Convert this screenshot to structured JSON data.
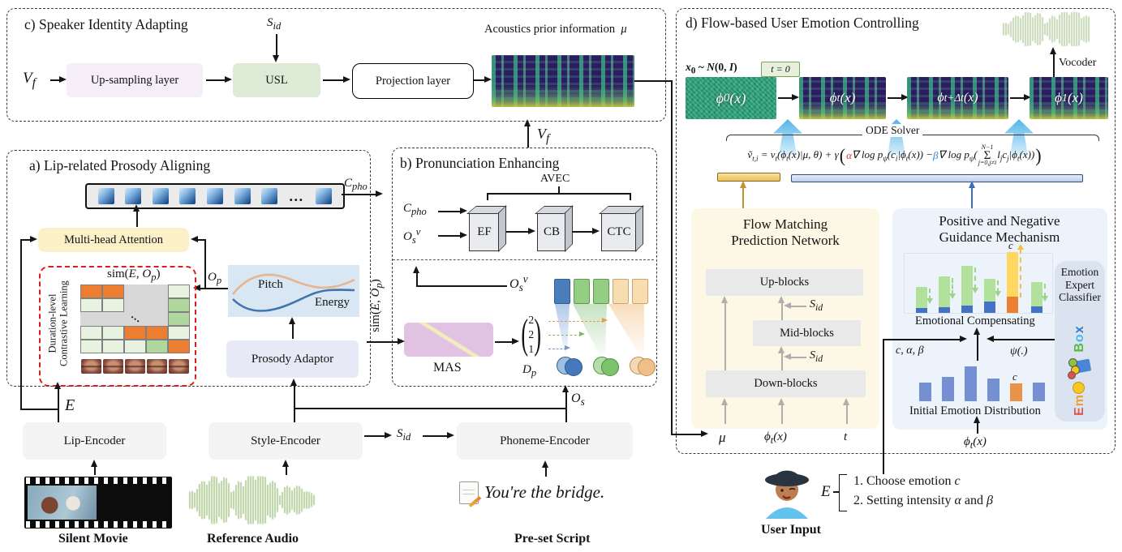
{
  "colors": {
    "accent_red": "#e0392f",
    "accent_blue": "#3a7fd5",
    "gold_arrow": "#c49232",
    "blue_arrow": "#3a6fc0",
    "comp_bar_blue": "#4472c4",
    "comp_bar_green": "#b2e19c",
    "comp_bar_yellow": "#ffd75e",
    "comp_bar_orange": "#ed7d31",
    "init_bar_blue": "#7590d2",
    "init_bar_orange": "#e8924a",
    "grid_orange": "#ed7d31",
    "grid_light_green": "#e7f2e1",
    "grid_green": "#b0d79d",
    "usl_green": "#ddead5",
    "upsampling_purple": "#f5eef9",
    "mha_yellow": "#fcf0c8",
    "pitch_blue": "#d8e7f3",
    "prosody_blue": "#e7eaf6",
    "mas_purple": "#e2c2e2",
    "fm_cream": "#fdf7e5",
    "guidance_blue": "#edf3fa",
    "expert_blue": "#dbe3f1"
  },
  "panel_c": {
    "title": "c) Speaker Identity Adapting",
    "vf_in": "<i>V<sub>f</sub></i>",
    "sid": "<i>S<sub>id</sub></i>",
    "upsampling": "Up-sampling layer",
    "usl": "USL",
    "projection": "Projection layer",
    "acoustics": "Acoustics prior information&nbsp; <i>μ</i>",
    "vf_out": "<i>V<sub>f</sub></i>"
  },
  "panel_a": {
    "title": "a) Lip-related Prosody Aligning",
    "cpho": "<i>C<sub>pho</sub></i>",
    "mha": "Multi-head Attention",
    "sim": "sim(<i>E</i>, <i>O<sub>p</sub></i>)",
    "dcl_line1": "Duration-level",
    "dcl_line2": "Contrastive Learning",
    "op": "<i>O<sub>p</sub></i>",
    "pitch": "Pitch",
    "energy": "Energy",
    "prosody": "Prosody Adaptor",
    "eps": "<i>E</i>",
    "dots": "…",
    "token_cells": [
      "sq",
      "sq",
      "sq",
      "sq",
      "sq",
      "sq",
      "sq",
      "dots",
      "sq"
    ],
    "grid": [
      [
        "o",
        "o",
        "x",
        "x",
        "lg"
      ],
      [
        "lg",
        "lg",
        "x",
        "x",
        "g"
      ],
      [
        "x",
        "x",
        "d",
        "x",
        "g"
      ],
      [
        "lg",
        "lg",
        "o",
        "o",
        "lg"
      ],
      [
        "lg",
        "lg",
        "lg",
        "g",
        "o"
      ]
    ]
  },
  "panel_b": {
    "title": "b) Pronunciation Enhancing",
    "avec": "AVEC",
    "ef": "EF",
    "cb": "CB",
    "ctc": "CTC",
    "cpho": "<i>C<sub>pho</sub></i>",
    "osv": "<i>O<sub>s</sub><sup>v</sup></i>",
    "sim_rot": "sim(<i>E</i>, <i>O<sub>p</sub></i>)",
    "mas": "MAS",
    "dur_values": [
      "2",
      "2",
      "1"
    ],
    "dp": "<i>D<sub>p</sub></i>",
    "osv2": "<i>O<sub>s</sub><sup>v</sup></i>",
    "os": "<i>O<sub>s</sub></i>",
    "square_colors": [
      [
        "#4a7ebb",
        "#2f5d94"
      ],
      [
        "#93ce83",
        "#5d9a4b"
      ],
      [
        "#93ce83",
        "#5d9a4b"
      ],
      [
        "#f8ddb0",
        "#cfa368"
      ],
      [
        "#f8ddb0",
        "#cfa368"
      ]
    ],
    "circle_colors": [
      [
        "#4579bb",
        "#9dbfe2",
        "#2c5a8f"
      ],
      [
        "#7cc36c",
        "#b5dfa8",
        "#4e8c40"
      ],
      [
        "#eec089",
        "#f5d9b4",
        "#c08d4e"
      ]
    ]
  },
  "panel_d": {
    "title": "d) Flow-based User Emotion Controlling",
    "x0": "<i>x</i><sub>0</sub> ~ <i>N</i>(0, <i>I</i>)",
    "t0": "t = 0",
    "phis": [
      "ϕ<sub>0</sub>(x)",
      "ϕ<sub>t</sub>(x)",
      "ϕ<sub>t+Δt</sub>(x)",
      "ϕ<sub>1</sub>(x)"
    ],
    "vocoder": "Vocoder",
    "ode": "ODE Solver",
    "formula": {
      "pre": "ṽ<sub>t,i</sub> = v<sub>t</sub>(ϕ<sub>t</sub>(x)|μ, θ) + γ",
      "open_paren": "(",
      "alpha": "α",
      "seg1": "∇ log p<sub>ψ</sub>(c<sub>i</sub>|ϕ<sub>t</sub>(x)) − ",
      "beta": "β",
      "seg2": "∇ log p<sub>ψ</sub>(",
      "sum_sup": "N−1",
      "sum_sym": "Σ",
      "sum_sub": "j=0,j≠i",
      "seg3": "l<sub>j</sub>c<sub>j</sub>|ϕ<sub>t</sub>(x))",
      "close_paren": ")"
    },
    "fm": {
      "title": "Flow Matching<br>Prediction Network",
      "up": "Up-blocks",
      "mid": "Mid-blocks",
      "down": "Down-blocks",
      "sid": "<i>S<sub>id</sub></i>",
      "inputs": [
        "μ",
        "ϕ<sub>t</sub>(x)",
        "t"
      ]
    },
    "guidance": {
      "title": "Positive and Negative<br>Guidance Mechanism",
      "comp_label": "Emotional Compensating",
      "init_label": "Initial Emotion Distribution",
      "c": "c",
      "cab": "c, α, β",
      "psi": "ψ(.)",
      "phit": "ϕ<sub>t</sub>(x)",
      "chart_data": [
        {
          "type": "bar",
          "title": "Emotional Compensating",
          "series": [
            {
              "name": "initial",
              "values": [
                6,
                7,
                9,
                14,
                20,
                8
              ]
            },
            {
              "name": "compensation",
              "values": [
                26,
                38,
                49,
                28,
                55,
                30
              ]
            }
          ],
          "highlight_index": 4,
          "highlight_label": "c"
        },
        {
          "type": "bar",
          "title": "Initial Emotion Distribution",
          "values": [
            23,
            30,
            43,
            28,
            22,
            23
          ],
          "highlight_index": 4,
          "highlight_label": "c"
        }
      ]
    },
    "expert": {
      "label": "Emotion<br>Expert<br>Classifier",
      "logo_top": [
        "B",
        "o",
        "x"
      ],
      "logo_bottom": [
        "E",
        "m",
        "o"
      ]
    }
  },
  "bottom": {
    "lip_encoder": "Lip-Encoder",
    "silent_movie": "Silent Movie",
    "style_encoder": "Style-Encoder",
    "reference_audio": "Reference Audio",
    "sid": "<i>S<sub>id</sub></i>",
    "phoneme_encoder": "Phoneme-Encoder",
    "script_text": "You're the bridge.",
    "preset_script": "Pre-set Script",
    "user_e": "<i>E</i>",
    "user_item1": "1. Choose emotion <i>c</i>",
    "user_item2": "2. Setting intensity <i>α</i> and <i>β</i>",
    "user_input": "User Input"
  }
}
